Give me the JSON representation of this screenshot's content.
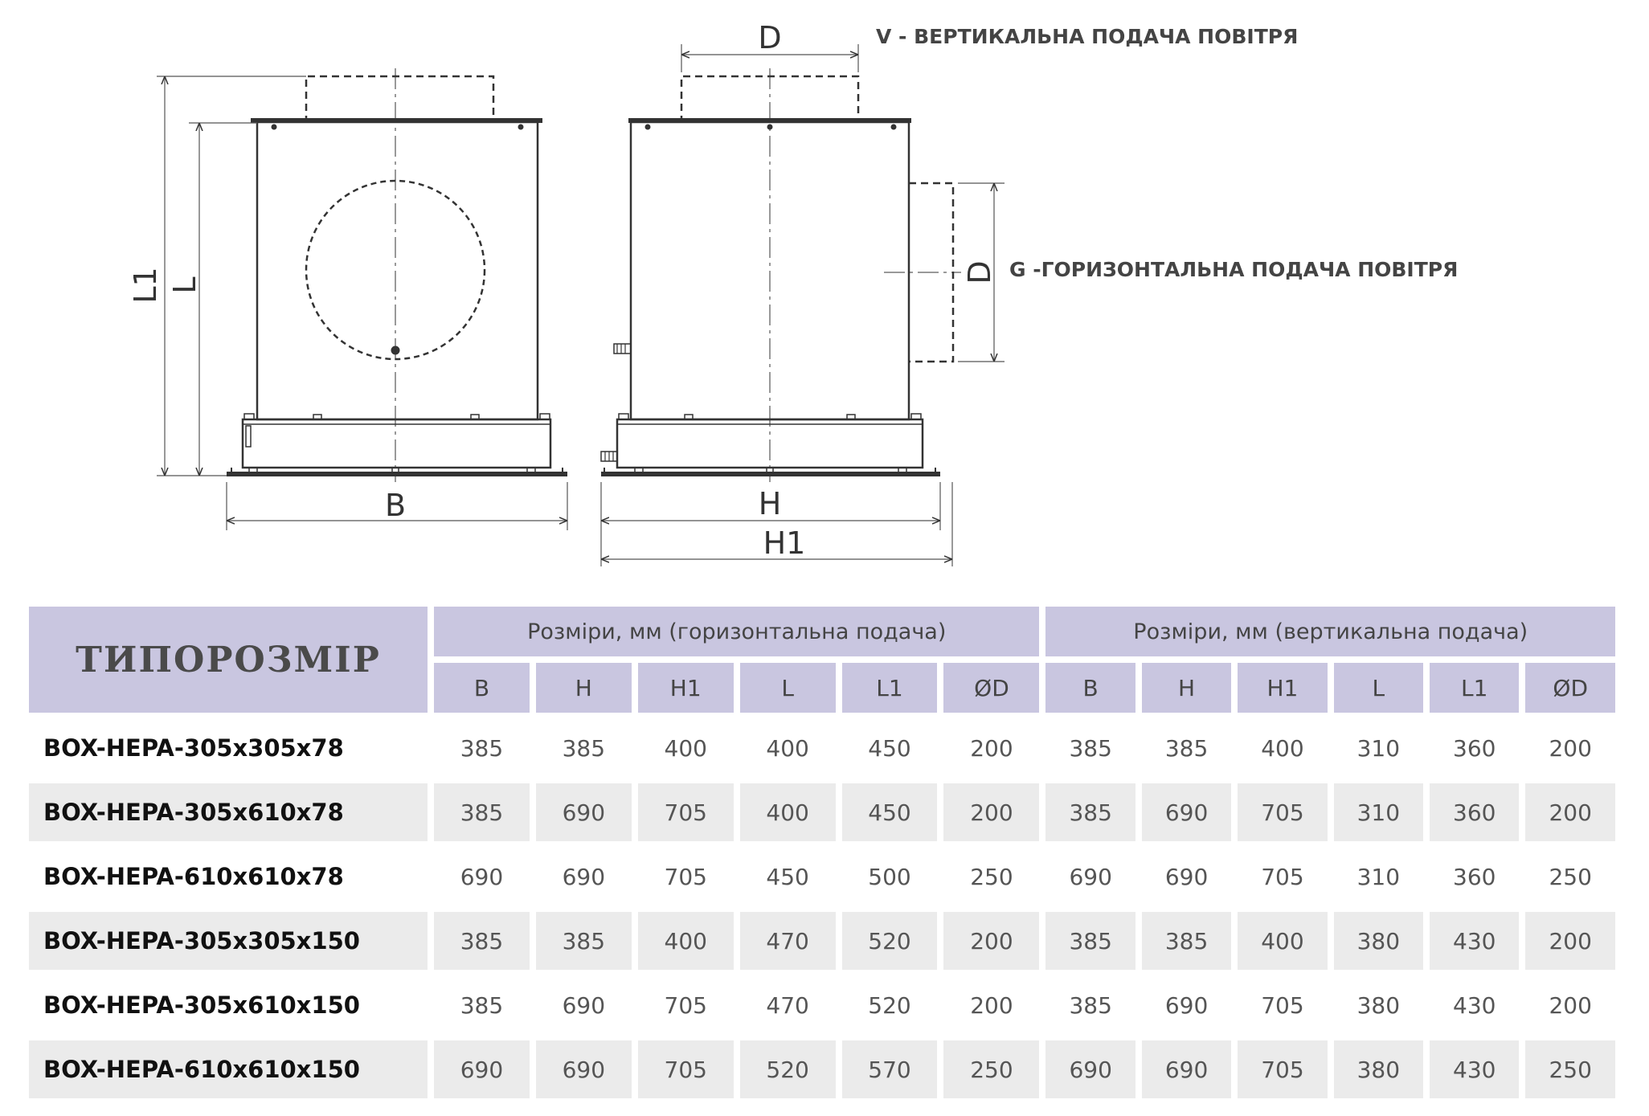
{
  "drawing": {
    "labels": {
      "front_height_outer": "L1",
      "front_height_inner": "L",
      "front_width": "B",
      "side_top_duct": "D",
      "side_right_duct": "D",
      "side_width": "H",
      "side_width_total": "H1"
    },
    "notes": {
      "vertical": "V - ВЕРТИКАЛЬНА ПОДАЧА ПОВІТРЯ",
      "horizontal": "G -ГОРИЗОНТАЛЬНА ПОДАЧА ПОВІТРЯ"
    }
  },
  "table": {
    "size_header": "ТИПОРОЗМІР",
    "group_horizontal": "Розміри, мм (горизонтальна подача)",
    "group_vertical": "Розміри, мм (вертикальна подача)",
    "columns_horizontal": [
      "B",
      "H",
      "H1",
      "L",
      "L1",
      "ØD"
    ],
    "columns_vertical": [
      "B",
      "H",
      "H1",
      "L",
      "L1",
      "ØD"
    ],
    "rows": [
      {
        "model": "BOX-HEPA-305x305x78",
        "horizontal": [
          "385",
          "385",
          "400",
          "400",
          "450",
          "200"
        ],
        "vertical": [
          "385",
          "385",
          "400",
          "310",
          "360",
          "200"
        ]
      },
      {
        "model": "BOX-HEPA-305x610x78",
        "horizontal": [
          "385",
          "690",
          "705",
          "400",
          "450",
          "200"
        ],
        "vertical": [
          "385",
          "690",
          "705",
          "310",
          "360",
          "200"
        ]
      },
      {
        "model": "BOX-HEPA-610x610x78",
        "horizontal": [
          "690",
          "690",
          "705",
          "450",
          "500",
          "250"
        ],
        "vertical": [
          "690",
          "690",
          "705",
          "310",
          "360",
          "250"
        ]
      },
      {
        "model": "BOX-HEPA-305x305x150",
        "horizontal": [
          "385",
          "385",
          "400",
          "470",
          "520",
          "200"
        ],
        "vertical": [
          "385",
          "385",
          "400",
          "380",
          "430",
          "200"
        ]
      },
      {
        "model": "BOX-HEPA-305x610x150",
        "horizontal": [
          "385",
          "690",
          "705",
          "470",
          "520",
          "200"
        ],
        "vertical": [
          "385",
          "690",
          "705",
          "380",
          "430",
          "200"
        ]
      },
      {
        "model": "BOX-HEPA-610x610x150",
        "horizontal": [
          "690",
          "690",
          "705",
          "520",
          "570",
          "250"
        ],
        "vertical": [
          "690",
          "690",
          "705",
          "380",
          "430",
          "250"
        ]
      }
    ]
  }
}
